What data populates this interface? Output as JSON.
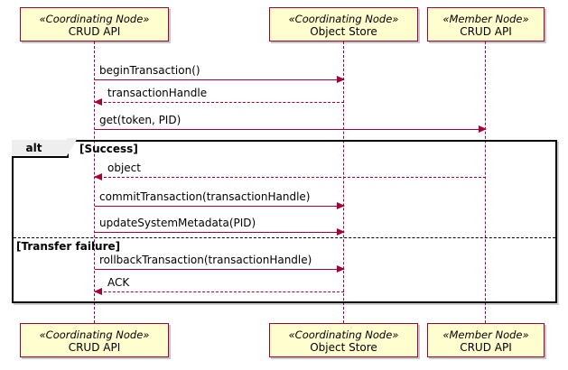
{
  "diagram": {
    "type": "uml-sequence-diagram",
    "colors": {
      "participant_fill": "#FEFECE",
      "participant_border": "#A80036",
      "message_line": "#A80036",
      "frame_border": "#000000",
      "frame_tab_fill": "#EEEEEE",
      "background": "#FFFFFF"
    },
    "participants": [
      {
        "id": "crud-api-coordinating",
        "stereotype": "«Coordinating Node»",
        "name": "CRUD API"
      },
      {
        "id": "object-store",
        "stereotype": "«Coordinating Node»",
        "name": "Object Store"
      },
      {
        "id": "crud-api-member",
        "stereotype": "«Member Node»",
        "name": "CRUD API"
      }
    ],
    "messages": [
      {
        "id": "begin-transaction",
        "label": "beginTransaction()",
        "from": "crud-api-coordinating",
        "to": "object-store",
        "style": "solid",
        "direction": "right"
      },
      {
        "id": "transaction-handle",
        "label": "transactionHandle",
        "from": "object-store",
        "to": "crud-api-coordinating",
        "style": "dashed",
        "direction": "left"
      },
      {
        "id": "get-token-pid",
        "label": "get(token, PID)",
        "from": "crud-api-coordinating",
        "to": "crud-api-member",
        "style": "solid",
        "direction": "right"
      },
      {
        "id": "object",
        "label": "object",
        "from": "crud-api-member",
        "to": "crud-api-coordinating",
        "style": "dashed",
        "direction": "left"
      },
      {
        "id": "commit-transaction",
        "label": "commitTransaction(transactionHandle)",
        "from": "crud-api-coordinating",
        "to": "object-store",
        "style": "solid",
        "direction": "right"
      },
      {
        "id": "update-system-metadata",
        "label": "updateSystemMetadata(PID)",
        "from": "crud-api-coordinating",
        "to": "object-store",
        "style": "solid",
        "direction": "right"
      },
      {
        "id": "rollback-transaction",
        "label": "rollbackTransaction(transactionHandle)",
        "from": "crud-api-coordinating",
        "to": "object-store",
        "style": "solid",
        "direction": "right"
      },
      {
        "id": "ack",
        "label": "ACK",
        "from": "object-store",
        "to": "crud-api-coordinating",
        "style": "dashed",
        "direction": "left"
      }
    ],
    "fragment": {
      "operator": "alt",
      "branches": [
        {
          "guard": "[Success]"
        },
        {
          "guard": "[Transfer failure]"
        }
      ]
    }
  }
}
